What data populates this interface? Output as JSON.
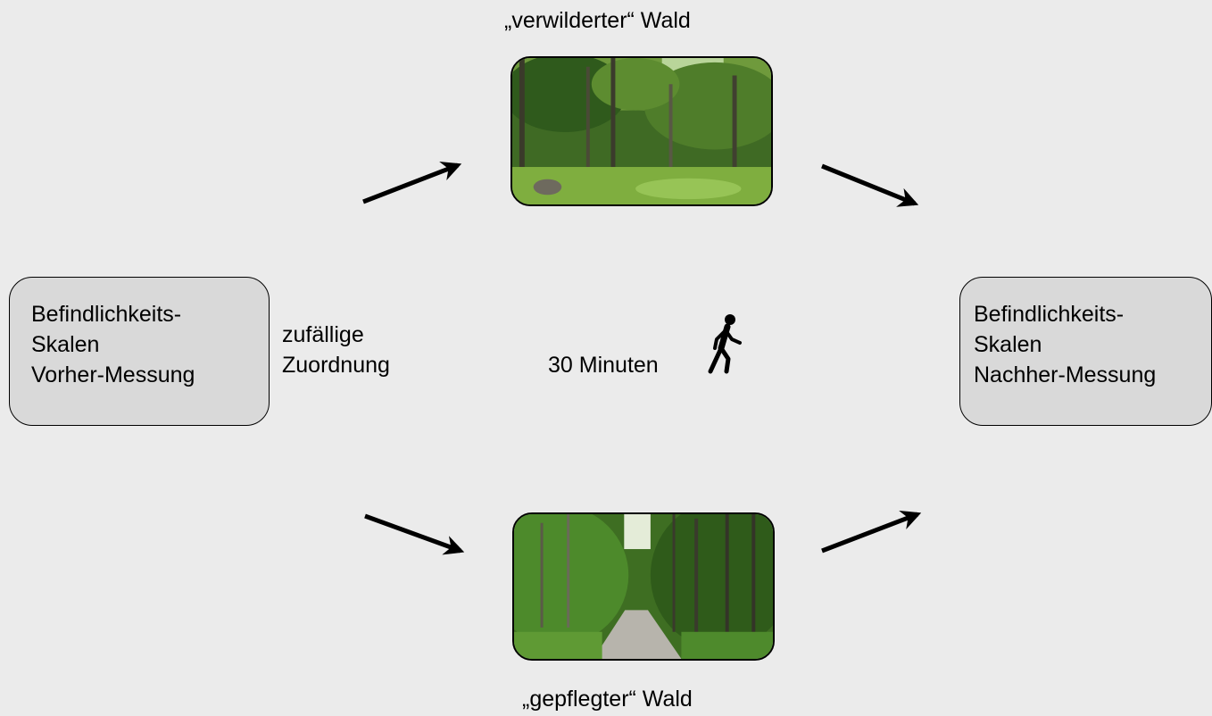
{
  "pre_box": {
    "lines": [
      "Befindlichkeits-",
      "Skalen",
      "Vorher-Messung"
    ]
  },
  "post_box": {
    "lines": [
      "Befindlichkeits-",
      "Skalen",
      "Nachher-Messung"
    ]
  },
  "assignment": {
    "lines": [
      "zufällige",
      "Zuordnung"
    ]
  },
  "duration": {
    "text": "30 Minuten",
    "icon": "walking-person-icon"
  },
  "top_branch": {
    "caption": "„verwilderter“ Wald",
    "image": "wild-forest-photo"
  },
  "bottom_branch": {
    "caption": "„gepflegter“ Wald",
    "image": "maintained-forest-path-photo"
  },
  "colors": {
    "background": "#ebebeb",
    "box_fill": "#d9d9d9",
    "stroke": "#000000"
  }
}
